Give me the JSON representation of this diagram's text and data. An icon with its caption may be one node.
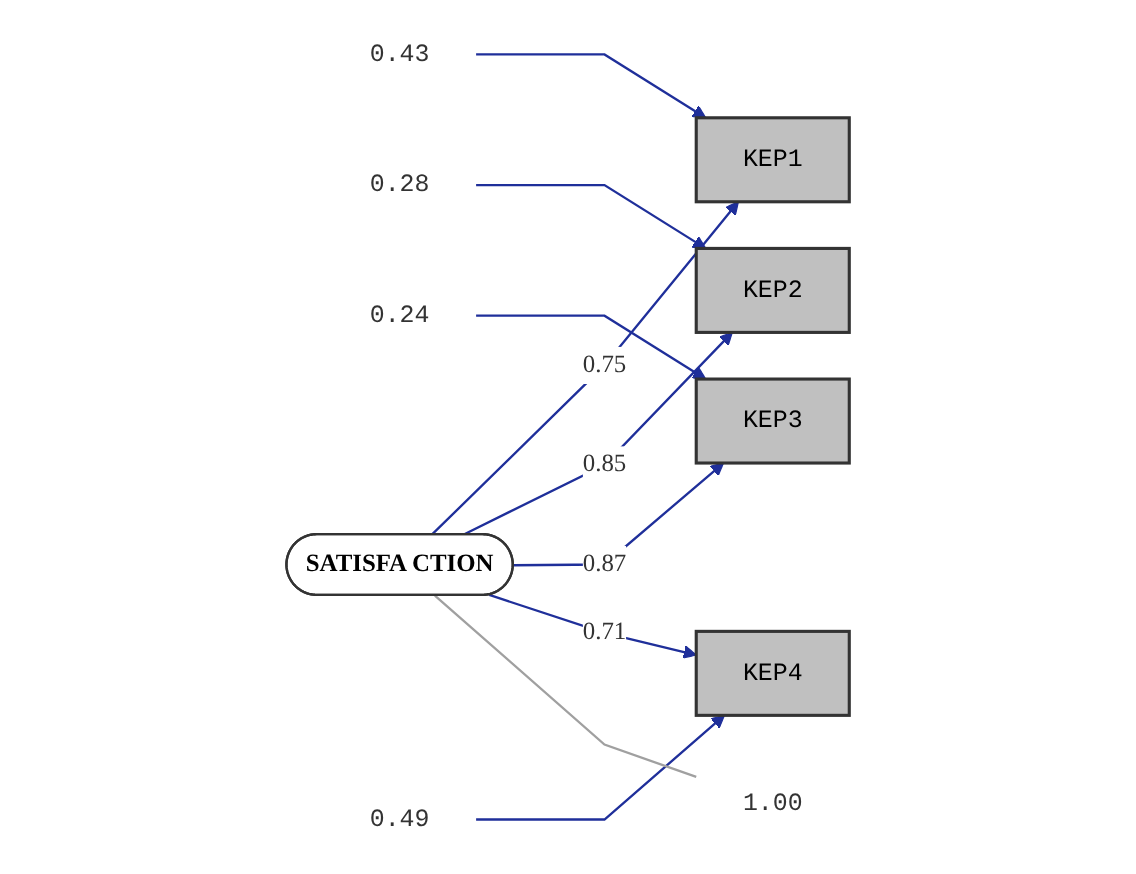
{
  "diagram": {
    "nodes": [
      {
        "text": [
          "0.43"
        ]
      },
      {
        "text": [
          "KEP1"
        ]
      },
      {
        "text": [
          "0.28"
        ]
      },
      {
        "text": [
          "KEP2"
        ]
      },
      {
        "text": [
          "0.24"
        ]
      },
      {
        "text": [
          "KEP3"
        ]
      },
      {
        "text": [
          "0.49"
        ]
      },
      {
        "text": [
          "KEP4"
        ]
      },
      {
        "text": [
          "SATISFA CTION"
        ]
      },
      {
        "text": [
          "1.00"
        ]
      }
    ],
    "edges": [
      {
        "from": 0,
        "to": 1,
        "arrow": "to"
      },
      {
        "from": 2,
        "to": 3,
        "arrow": "to"
      },
      {
        "from": 4,
        "to": 5,
        "arrow": "to"
      },
      {
        "from": 6,
        "to": 7,
        "arrow": "to"
      },
      {
        "from": 8,
        "to": 1,
        "arrow": "to",
        "label": "0.75"
      },
      {
        "from": 8,
        "to": 3,
        "arrow": "to",
        "label": "0.85"
      },
      {
        "from": 8,
        "to": 5,
        "arrow": "to",
        "label": "0.87"
      },
      {
        "from": 8,
        "to": 7,
        "arrow": "to",
        "label": "0.71"
      },
      {
        "from": 8,
        "to": 9,
        "arrow": "none",
        "color": "#a0a0a0"
      }
    ]
  }
}
